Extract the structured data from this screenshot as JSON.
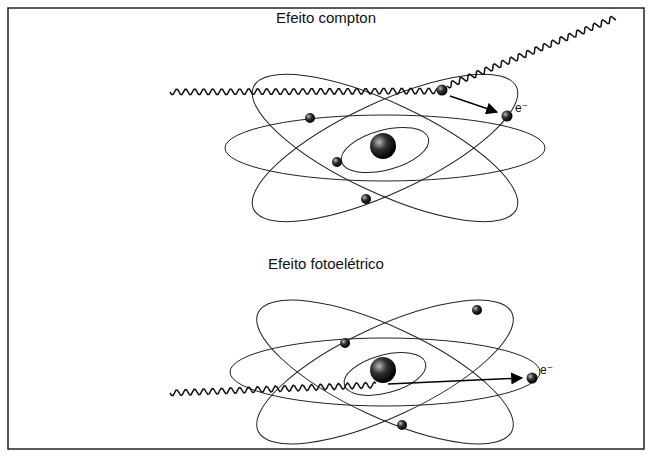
{
  "diagram": {
    "labels": [
      "Efeito compton",
      "e⁻",
      "Efeito fotoelétrico",
      "e⁻"
    ]
  }
}
